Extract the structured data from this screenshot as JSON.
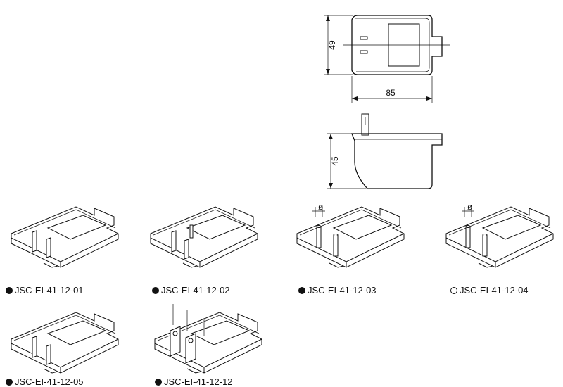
{
  "dimensions": {
    "top_height": "49",
    "top_width": "85",
    "side_height": "45"
  },
  "variants": [
    {
      "code": "JSC-EI-41-12-01",
      "marker": "filled"
    },
    {
      "code": "JSC-EI-41-12-02",
      "marker": "filled"
    },
    {
      "code": "JSC-EI-41-12-03",
      "marker": "filled"
    },
    {
      "code": "JSC-EI-41-12-04",
      "marker": "open"
    },
    {
      "code": "JSC-EI-41-12-05",
      "marker": "filled"
    },
    {
      "code": "JSC-EI-41-12-12",
      "marker": "filled"
    }
  ],
  "pin_callout": "ø"
}
